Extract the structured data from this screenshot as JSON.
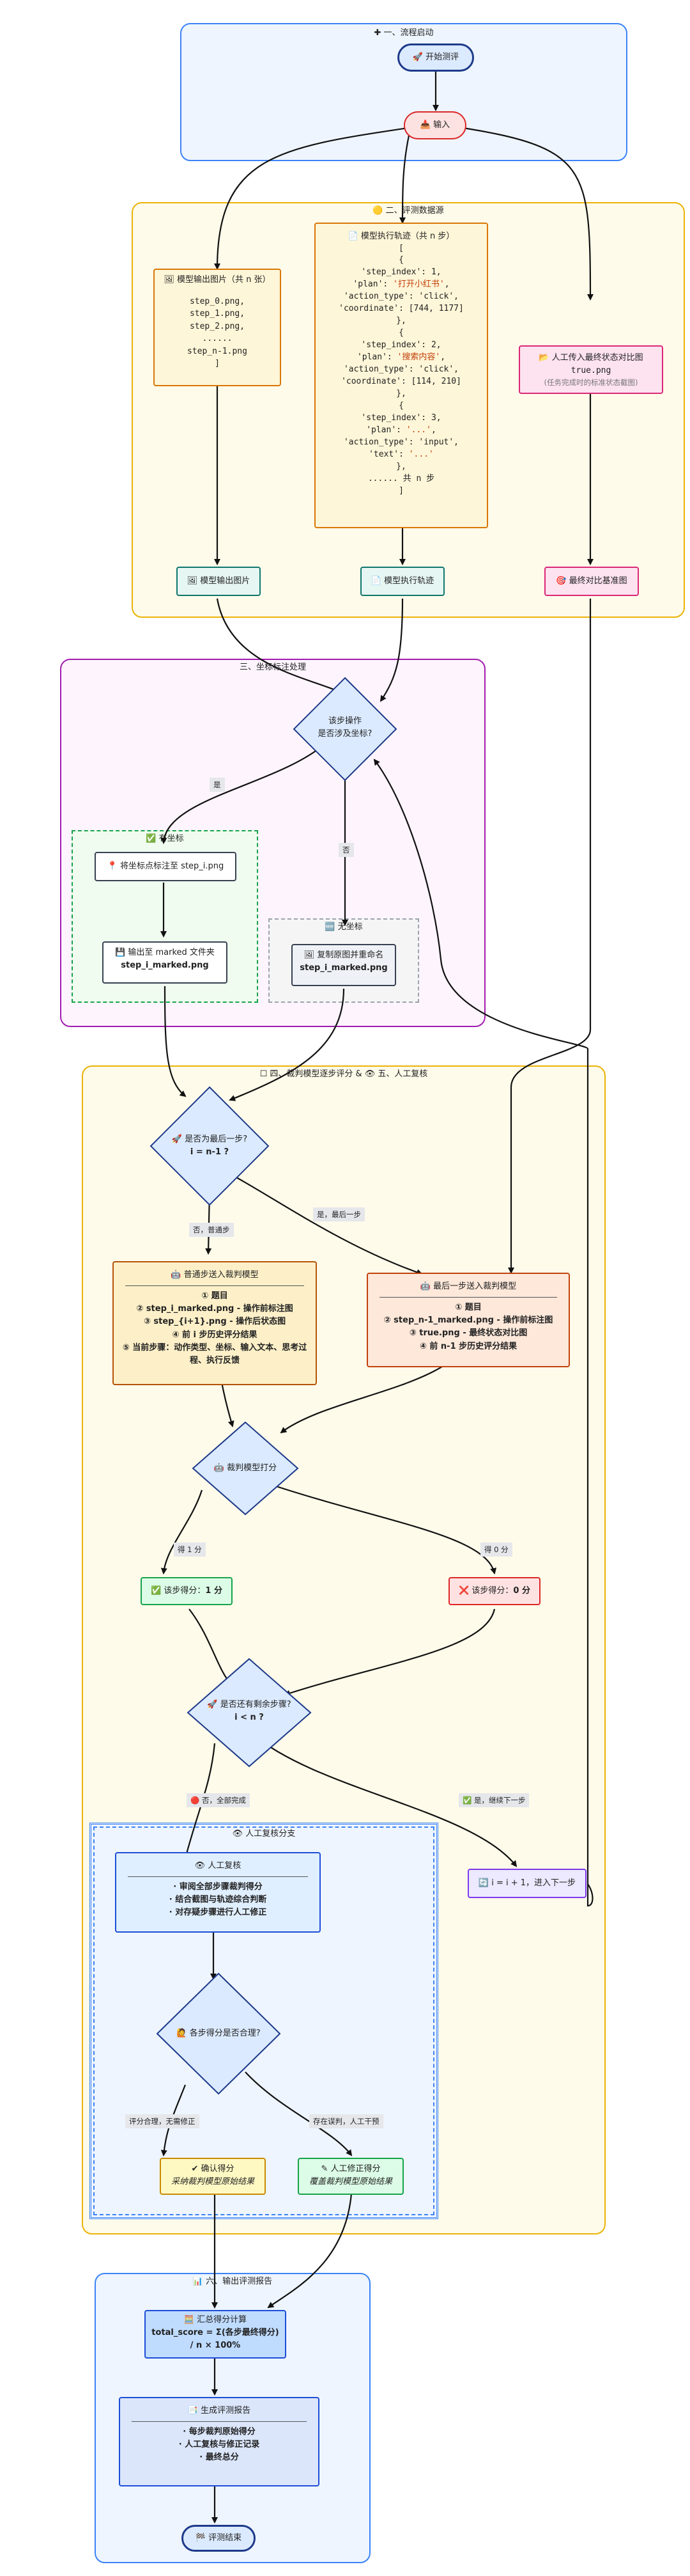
{
  "sections": {
    "s1": "✚ 一、流程启动",
    "s2": "🟡 二、评测数据源",
    "s3": "三、坐标标注处理",
    "s4": "☐ 四、裁判模型逐步评分 & 👁 五、人工复核",
    "s5": "📊 六、输出评测报告",
    "has_coord": "✅ 有坐标",
    "no_coord": "🆕 无坐标",
    "review_branch": "👁 人工复核分支"
  },
  "nodes": {
    "start": "🚀 开始测评",
    "input": "📥 输入",
    "model_images": {
      "title": "🖼 模型输出图片（共 n 张）",
      "lines": [
        "step_0.png,",
        "step_1.png,",
        "step_2.png,",
        "......",
        "step_n-1.png",
        "]"
      ]
    },
    "trajectory": {
      "title": "📄 模型执行轨迹（共 n 步）",
      "lines": [
        {
          "t": "["
        },
        {
          "t": "{"
        },
        {
          "t": "'step_index': 1,"
        },
        {
          "k": "'plan': ",
          "v": "'打开小红书'",
          "e": ","
        },
        {
          "t": "'action_type': 'click',"
        },
        {
          "t": "'coordinate': [744, 1177]"
        },
        {
          "t": "},"
        },
        {
          "t": "{"
        },
        {
          "t": "'step_index': 2,"
        },
        {
          "k": "'plan': ",
          "v": "'搜索内容'",
          "e": ","
        },
        {
          "t": "'action_type': 'click',"
        },
        {
          "t": "'coordinate': [114, 210]"
        },
        {
          "t": "},"
        },
        {
          "t": "{"
        },
        {
          "t": "'step_index': 3,"
        },
        {
          "k": "'plan': ",
          "v": "'...'",
          "e": ","
        },
        {
          "t": "'action_type': 'input',"
        },
        {
          "k": "'text': ",
          "v": "'...'",
          "e": ""
        },
        {
          "t": "},"
        },
        {
          "t": "...... 共 n 步"
        },
        {
          "t": "]"
        }
      ]
    },
    "manual_upload": {
      "line1": "📂 人工传入最终状态对比图",
      "line2": "true.png",
      "line3": "(任务完成时的标准状态截图)"
    },
    "out_images": "🖼 模型输出图片",
    "out_traj": "📄 模型执行轨迹",
    "final_ref": "🎯 最终对比基准图",
    "coord_q": [
      "该步操作",
      "是否涉及坐标?"
    ],
    "mark": "📍 将坐标点标注至 step_i.png",
    "save_marked": [
      "💾 输出至 marked 文件夹",
      "step_i_marked.png"
    ],
    "copy_rename": [
      "🖼 复制原图并重命名",
      "step_i_marked.png"
    ],
    "last_q": [
      "🚀 是否为最后一步?",
      "i = n-1 ?"
    ],
    "normal_judge": {
      "title": "🤖 普通步送入裁判模型",
      "items": [
        {
          "p": "① 题目",
          "b": "",
          "s": ""
        },
        {
          "p": "② ",
          "b": "step_i_marked.png",
          "s": " - 操作前标注图"
        },
        {
          "p": "③ ",
          "b": "step_{i+1}.png",
          "s": " - 操作后状态图"
        },
        {
          "p": "④ 前 i 步历史评分结果",
          "b": "",
          "s": ""
        },
        {
          "p": "⑤ 当前步骤：动作类型、坐标、输入文本、思考过程、执行反馈",
          "b": "",
          "s": ""
        }
      ]
    },
    "last_judge": {
      "title": "🤖 最后一步送入裁判模型",
      "items": [
        {
          "p": "① 题目",
          "b": "",
          "s": ""
        },
        {
          "p": "② ",
          "b": "step_n-1_marked.png",
          "s": " - 操作前标注图"
        },
        {
          "p": "③ ",
          "b": "true.png",
          "s": " - 最终状态对比图"
        },
        {
          "p": "④ 前 n-1 步历史评分结果",
          "b": "",
          "s": ""
        }
      ]
    },
    "score_q": "🤖 裁判模型打分",
    "score1": [
      "✅ 该步得分：",
      "1 分"
    ],
    "score0": [
      "❌ 该步得分：",
      "0 分"
    ],
    "remain_q": [
      "🚀 是否还有剩余步骤?",
      "i < n ?"
    ],
    "next_step": "🔄 i = i + 1，进入下一步",
    "review": {
      "title": "👁 人工复核",
      "items": [
        "· 审阅全部步骤裁判得分",
        "· 结合截图与轨迹综合判断",
        "· 对存疑步骤进行人工修正"
      ]
    },
    "reasonable_q": "🙋 各步得分是否合理?",
    "confirm": [
      "✔ 确认得分",
      "采纳裁判模型原始结果"
    ],
    "correct": [
      "✎ 人工修正得分",
      "覆盖裁判模型原始结果"
    ],
    "total": [
      "🧮 汇总得分计算",
      "total_score = Σ(各步最终得分) / n × 100%"
    ],
    "report": {
      "title": "📑 生成评测报告",
      "items": [
        "· 每步裁判原始得分",
        "· 人工复核与修正记录",
        "· 最终总分"
      ]
    },
    "end": "🏁 评测结束"
  },
  "edge_labels": {
    "yes": "是",
    "no": "否",
    "no_normal": "否，普通步",
    "yes_last": "是，最后一步",
    "get1": "得 1 分",
    "get0": "得 0 分",
    "no_all_done": "🔴 否，全部完成",
    "yes_continue": "✅ 是，继续下一步",
    "reasonable": "评分合理，无需修正",
    "error": "存在误判，人工干预"
  },
  "colors": {
    "blue": "#2563eb",
    "yellow": "#eab308",
    "purple": "#a21caf",
    "green": "#16a34a",
    "red": "#dc2626"
  }
}
